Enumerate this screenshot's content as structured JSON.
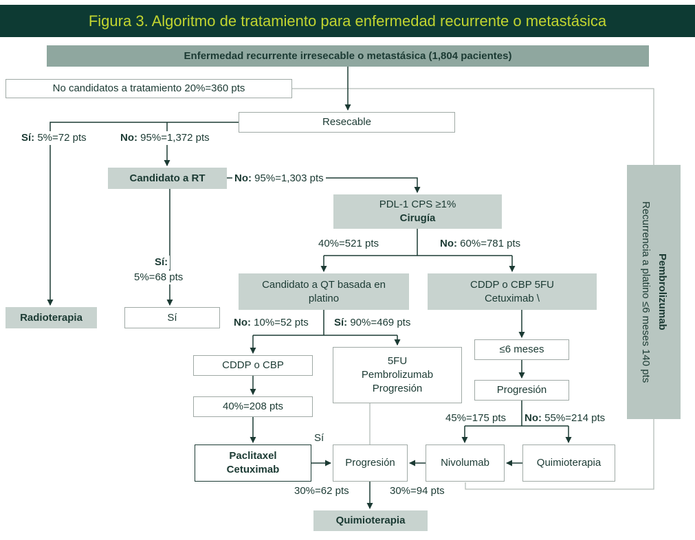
{
  "colors": {
    "header_bg": "#0d3a33",
    "header_text": "#c2d530",
    "fill_dark": "#8fa79f",
    "fill_light": "#c8d3cf",
    "fill_side": "#b8c6c1",
    "line_dark": "#1b3a33",
    "line_gray": "#b3bcb8",
    "text_dark": "#1b3a33",
    "box_border": "#9fa9a5"
  },
  "header": {
    "title": "Figura 3. Algoritmo de tratamiento para enfermedad recurrente o metastásica"
  },
  "nodes": {
    "root": {
      "text": "Enfermedad recurrente irresecable o metastásica (1,804 pacientes)"
    },
    "no_candidatos": {
      "text": "No candidatos a tratamiento 20%=360 pts"
    },
    "resecable": {
      "text": "Resecable"
    },
    "candidato_rt": {
      "text": "Candidato a RT"
    },
    "pdl1": {
      "line1": "PDL-1 CPS ≥1%",
      "line2": "Cirugía"
    },
    "radioterapia": {
      "text": "Radioterapia"
    },
    "si_box": {
      "text": "Sí"
    },
    "candidato_qt": {
      "line1": "Candidato a QT basada en",
      "line2": "platino"
    },
    "cddp_cbp_5fu": {
      "line1": "CDDP o CBP 5FU",
      "line2": "Cetuximab \\"
    },
    "seis_meses": {
      "text": "≤6 meses"
    },
    "cddp_cbp": {
      "text": "CDDP o CBP"
    },
    "fu_pembro": {
      "line1": "5FU",
      "line2": "Pembrolizumab",
      "line3": "Progresión"
    },
    "progresion_sup": {
      "text": "Progresión"
    },
    "pts_208": {
      "text": "40%=208 pts"
    },
    "paclitaxel": {
      "line1": "Paclitaxel",
      "line2": "Cetuximab"
    },
    "progresion_inf": {
      "text": "Progresión"
    },
    "nivolumab": {
      "text": "Nivolumab"
    },
    "quimio_mid": {
      "text": "Quimioterapia"
    },
    "quimio_final": {
      "text": "Quimioterapia"
    },
    "pembro_side": {
      "line1": "Recurrencia a platino ≤6 meses 140 pts",
      "line2": "Pembrolizumab"
    }
  },
  "labels": {
    "si_5_72": {
      "b": "Sí:",
      "t": " 5%=72 pts"
    },
    "no_95_1372": {
      "b": "No:",
      "t": " 95%=1,372 pts"
    },
    "no_95_1303": {
      "b": "No:",
      "t": " 95%=1,303 pts"
    },
    "p40_521": {
      "t": "40%=521 pts"
    },
    "no_60_781": {
      "b": "No:",
      "t": " 60%=781 pts"
    },
    "si_colon": {
      "b": "Sí:"
    },
    "p5_68": {
      "t": "5%=68 pts"
    },
    "no_10_52": {
      "b": "No:",
      "t": " 10%=52 pts"
    },
    "si_90_469": {
      "b": "Sí:",
      "t": " 90%=469 pts"
    },
    "p45_175": {
      "t": "45%=175 pts"
    },
    "no_55_214": {
      "b": "No:",
      "t": " 55%=214 pts"
    },
    "si_plain": {
      "t": "Sí"
    },
    "p30_62": {
      "t": "30%=62 pts"
    },
    "p30_94": {
      "t": "30%=94 pts"
    }
  }
}
